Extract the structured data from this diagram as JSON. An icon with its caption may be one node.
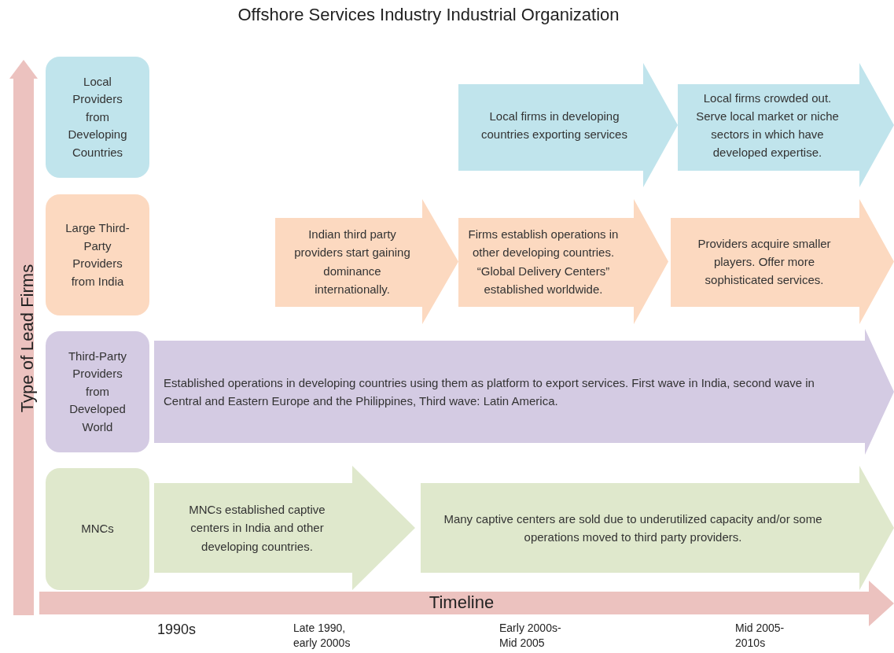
{
  "diagram": {
    "title": "Offshore Services Industry Industrial Organization",
    "nodes": [
      {
        "text": [
          "Local Providers from Developing Countries"
        ]
      },
      {
        "text": [
          "Local firms in developing countries exporting services"
        ]
      },
      {
        "text": [
          "Local firms crowded out. Serve local market or niche sectors in which have developed expertise."
        ]
      },
      {
        "text": [
          "Large Third-Party Providers from India"
        ]
      },
      {
        "text": [
          "Indian third party providers start gaining dominance internationally."
        ]
      },
      {
        "text": [
          "Firms establish operations in other developing countries. “Global Delivery Centers” established worldwide."
        ]
      },
      {
        "text": [
          "Providers acquire smaller players. Offer more sophisticated services."
        ]
      },
      {
        "text": [
          "Third-Party Providers from Developed World"
        ]
      },
      {
        "text": [
          "Established operations in developing countries using them as platform to export services. First wave in India, second wave in Central and Eastern Europe and the Philippines, Third wave: Latin America."
        ]
      },
      {
        "text": [
          "MNCs"
        ]
      },
      {
        "text": [
          "MNCs established captive centers in India and other developing countries."
        ]
      },
      {
        "text": [
          "Many captive centers are sold due to underutilized capacity and/or some operations moved to third party providers."
        ]
      }
    ],
    "labels": [
      "Type of Lead Firms",
      "Timeline",
      "1990s",
      "Late 1990, early 2000s",
      "Early 2000s- Mid 2005",
      "Mid 2005- 2010s"
    ]
  }
}
